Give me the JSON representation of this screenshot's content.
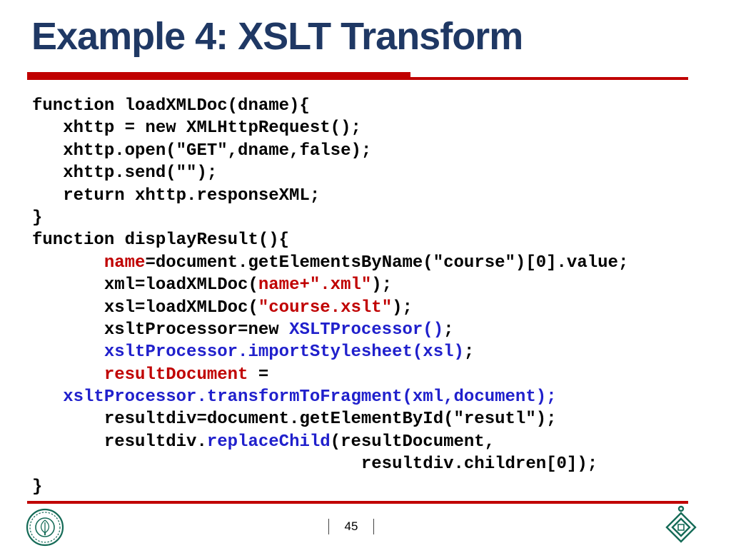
{
  "title": "Example 4: XSLT Transform",
  "colors": {
    "title_color": "#1F3864",
    "accent_red": "#C00000",
    "code_black": "#000000",
    "code_red": "#C00000",
    "code_blue": "#2020CC",
    "logo_green": "#156B57"
  },
  "code": {
    "lines": [
      [
        {
          "t": "function loadXMLDoc(dname){",
          "c": "k"
        }
      ],
      [
        {
          "t": "   xhttp = new XMLHttpRequest();",
          "c": "k"
        }
      ],
      [
        {
          "t": "   xhttp.open(\"GET\",dname,false);",
          "c": "k"
        }
      ],
      [
        {
          "t": "   xhttp.send(\"\");",
          "c": "k"
        }
      ],
      [
        {
          "t": "   return xhttp.responseXML;",
          "c": "k"
        }
      ],
      [
        {
          "t": "}",
          "c": "k"
        }
      ],
      [
        {
          "t": "function displayResult(){",
          "c": "k"
        }
      ],
      [
        {
          "t": "       ",
          "c": "k"
        },
        {
          "t": "name",
          "c": "r"
        },
        {
          "t": "=document.getElementsByName(\"course\")[0].value;",
          "c": "k"
        }
      ],
      [
        {
          "t": "       xml=loadXMLDoc(",
          "c": "k"
        },
        {
          "t": "name+\".xml\"",
          "c": "r"
        },
        {
          "t": ");",
          "c": "k"
        }
      ],
      [
        {
          "t": "       xsl=loadXMLDoc(",
          "c": "k"
        },
        {
          "t": "\"course.xslt\"",
          "c": "r"
        },
        {
          "t": ");",
          "c": "k"
        }
      ],
      [
        {
          "t": "       xsltProcessor=new ",
          "c": "k"
        },
        {
          "t": "XSLTProcessor()",
          "c": "b"
        },
        {
          "t": ";",
          "c": "k"
        }
      ],
      [
        {
          "t": "       ",
          "c": "k"
        },
        {
          "t": "xsltProcessor.importStylesheet(xsl)",
          "c": "b"
        },
        {
          "t": ";",
          "c": "k"
        }
      ],
      [
        {
          "t": "       ",
          "c": "k"
        },
        {
          "t": "resultDocument",
          "c": "r"
        },
        {
          "t": " =",
          "c": "k"
        }
      ],
      [
        {
          "t": "   ",
          "c": "k"
        },
        {
          "t": "xsltProcessor.transformToFragment(xml,document);",
          "c": "b"
        }
      ],
      [
        {
          "t": "       resultdiv=document.getElementById(\"resutl\");",
          "c": "k"
        }
      ],
      [
        {
          "t": "       resultdiv.",
          "c": "k"
        },
        {
          "t": "replaceChild",
          "c": "b"
        },
        {
          "t": "(resultDocument,",
          "c": "k"
        }
      ],
      [
        {
          "t": "                                resultdiv.children[0]);",
          "c": "k"
        }
      ],
      [
        {
          "t": "}",
          "c": "k"
        }
      ]
    ]
  },
  "footer": {
    "page_number": "45"
  },
  "icons": {
    "left_logo": "university-seal-icon",
    "right_logo": "university-emblem-icon"
  }
}
